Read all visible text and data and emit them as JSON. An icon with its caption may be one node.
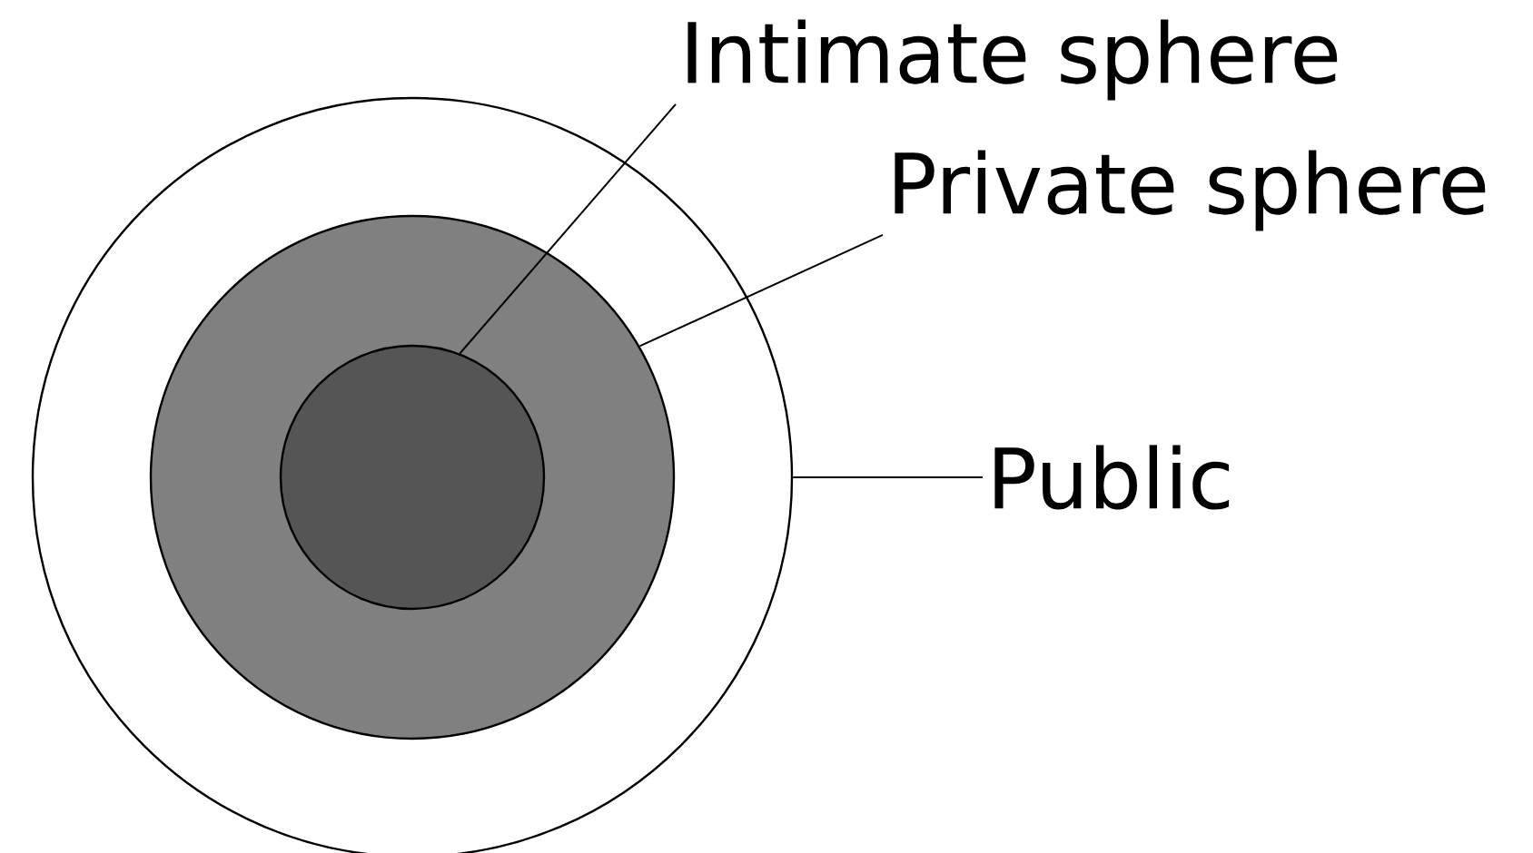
{
  "diagram": {
    "nodes": [
      {
        "text": [],
        "shape": "circle"
      },
      {
        "text": [],
        "shape": "circle",
        "in": 0
      },
      {
        "text": [],
        "shape": "circle",
        "in": 1
      },
      {
        "text": [
          "Intimate sphere"
        ]
      },
      {
        "text": [
          "Private sphere"
        ]
      },
      {
        "text": [
          "Public"
        ]
      }
    ],
    "edges": [
      {
        "from": 3,
        "to": 2,
        "arrow": "none"
      },
      {
        "from": 4,
        "to": 1,
        "arrow": "none"
      },
      {
        "from": 5,
        "to": 0,
        "arrow": "none"
      }
    ]
  }
}
